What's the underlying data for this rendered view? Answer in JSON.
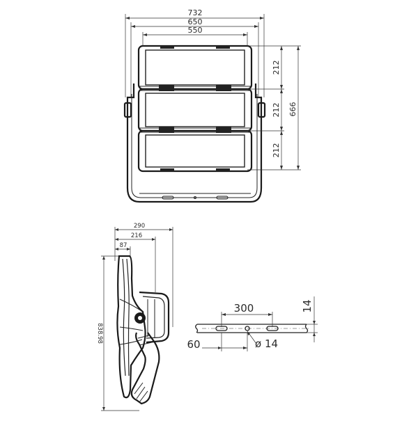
{
  "front_view": {
    "width_outer": "732",
    "width_bracket": "650",
    "width_panel": "550",
    "panel_height_1": "212",
    "panel_height_2": "212",
    "panel_height_3": "212",
    "total_height": "666"
  },
  "side_view": {
    "depth_total": "290",
    "depth_housing": "216",
    "depth_front": "87",
    "height_total": "838.98"
  },
  "bracket_detail": {
    "hole_spacing": "300",
    "plate_thickness": "14",
    "edge_offset": "60",
    "hole_diameter": "ø 14"
  },
  "colors": {
    "line": "#222222",
    "background": "#ffffff"
  }
}
